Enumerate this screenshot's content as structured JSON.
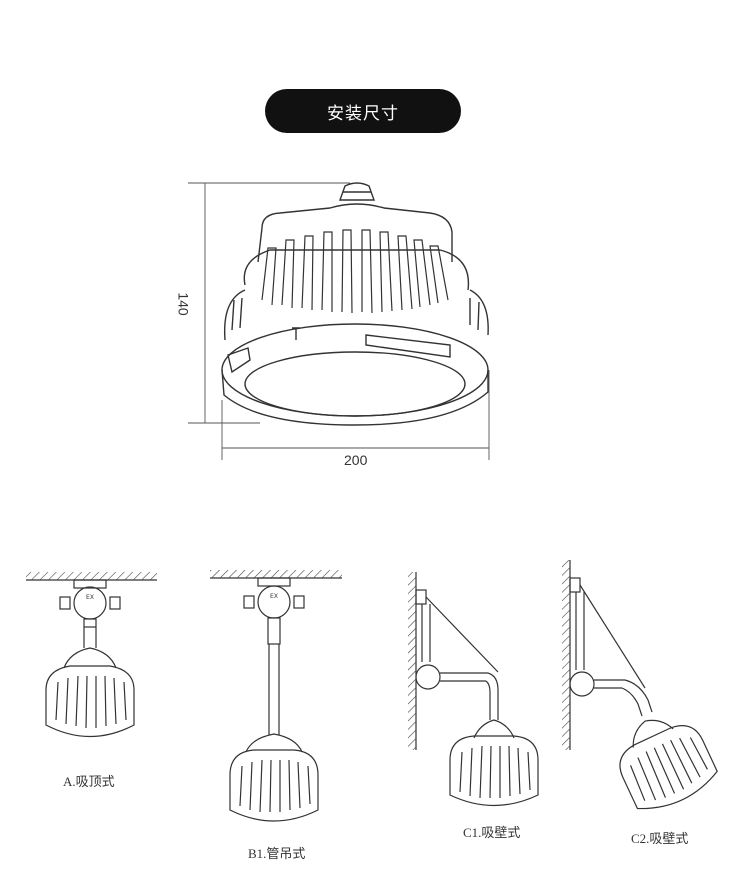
{
  "header": {
    "title": "安装尺寸"
  },
  "dimensions": {
    "height_label": "140",
    "width_label": "200"
  },
  "mount_types": [
    {
      "id": "A",
      "caption": "A.吸顶式"
    },
    {
      "id": "B1",
      "caption": "B1.管吊式"
    },
    {
      "id": "C1",
      "caption": "C1.吸壁式"
    },
    {
      "id": "C2",
      "caption": "C2.吸壁式"
    }
  ],
  "junction_box_marking": "EX"
}
